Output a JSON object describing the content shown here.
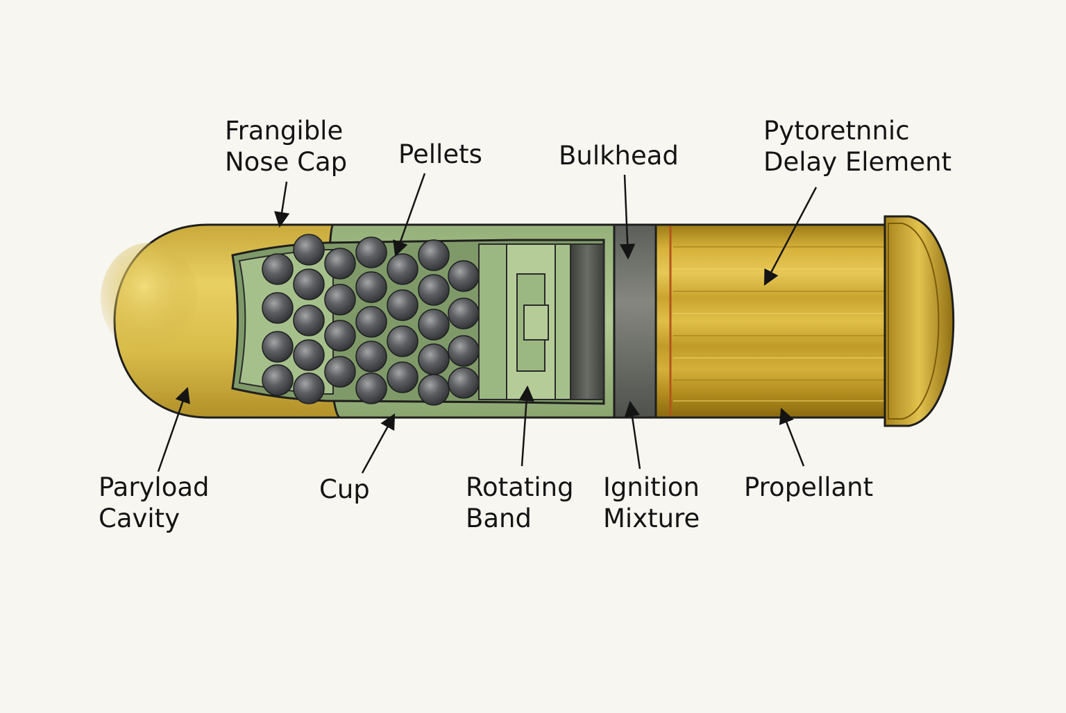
{
  "diagram": {
    "labels": {
      "nose_cap": [
        "Frangible",
        "Nose Cap"
      ],
      "pellets": [
        "Pellets"
      ],
      "bulkhead": [
        "Bulkhead"
      ],
      "delay_element": [
        "Pytoretnnic",
        "Delay Element"
      ],
      "payload_cavity": [
        "Paryload",
        "Cavity"
      ],
      "cup": [
        "Cup"
      ],
      "rotating_band": [
        "Rotating",
        "Band"
      ],
      "ignition_mixture": [
        "Ignition",
        "Mixture"
      ],
      "propellant": [
        "Propellant"
      ]
    },
    "colors": {
      "nose": "#d9bd4a",
      "cup": "#a9c28a",
      "cavity": "#7f9a68",
      "pellet": "#55575a",
      "bulkhead": "#6e706c",
      "casing": "#c6a22c",
      "outline": "#1e1e1e",
      "leader": "#141414",
      "background": "#f7f6f0"
    }
  }
}
